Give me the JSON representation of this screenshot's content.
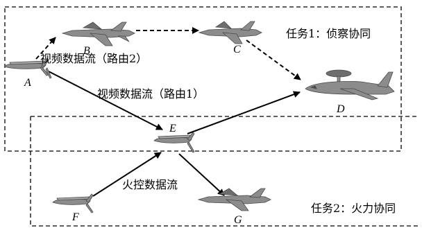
{
  "tasks": {
    "task1_title": "任务1：侦察协同",
    "task2_title": "任务2：火力协同"
  },
  "flows": {
    "route2": "视频数据流（路由2）",
    "route1": "视频数据流（路由1）",
    "fire_control": "火控数据流"
  },
  "nodes": {
    "a": "A",
    "b": "B",
    "c": "C",
    "d": "D",
    "e": "E",
    "f": "F",
    "g": "G"
  },
  "colors": {
    "line": "#000000",
    "aircraft_fill": "#8c8c8c",
    "aircraft_dark": "#4a4a4a"
  }
}
